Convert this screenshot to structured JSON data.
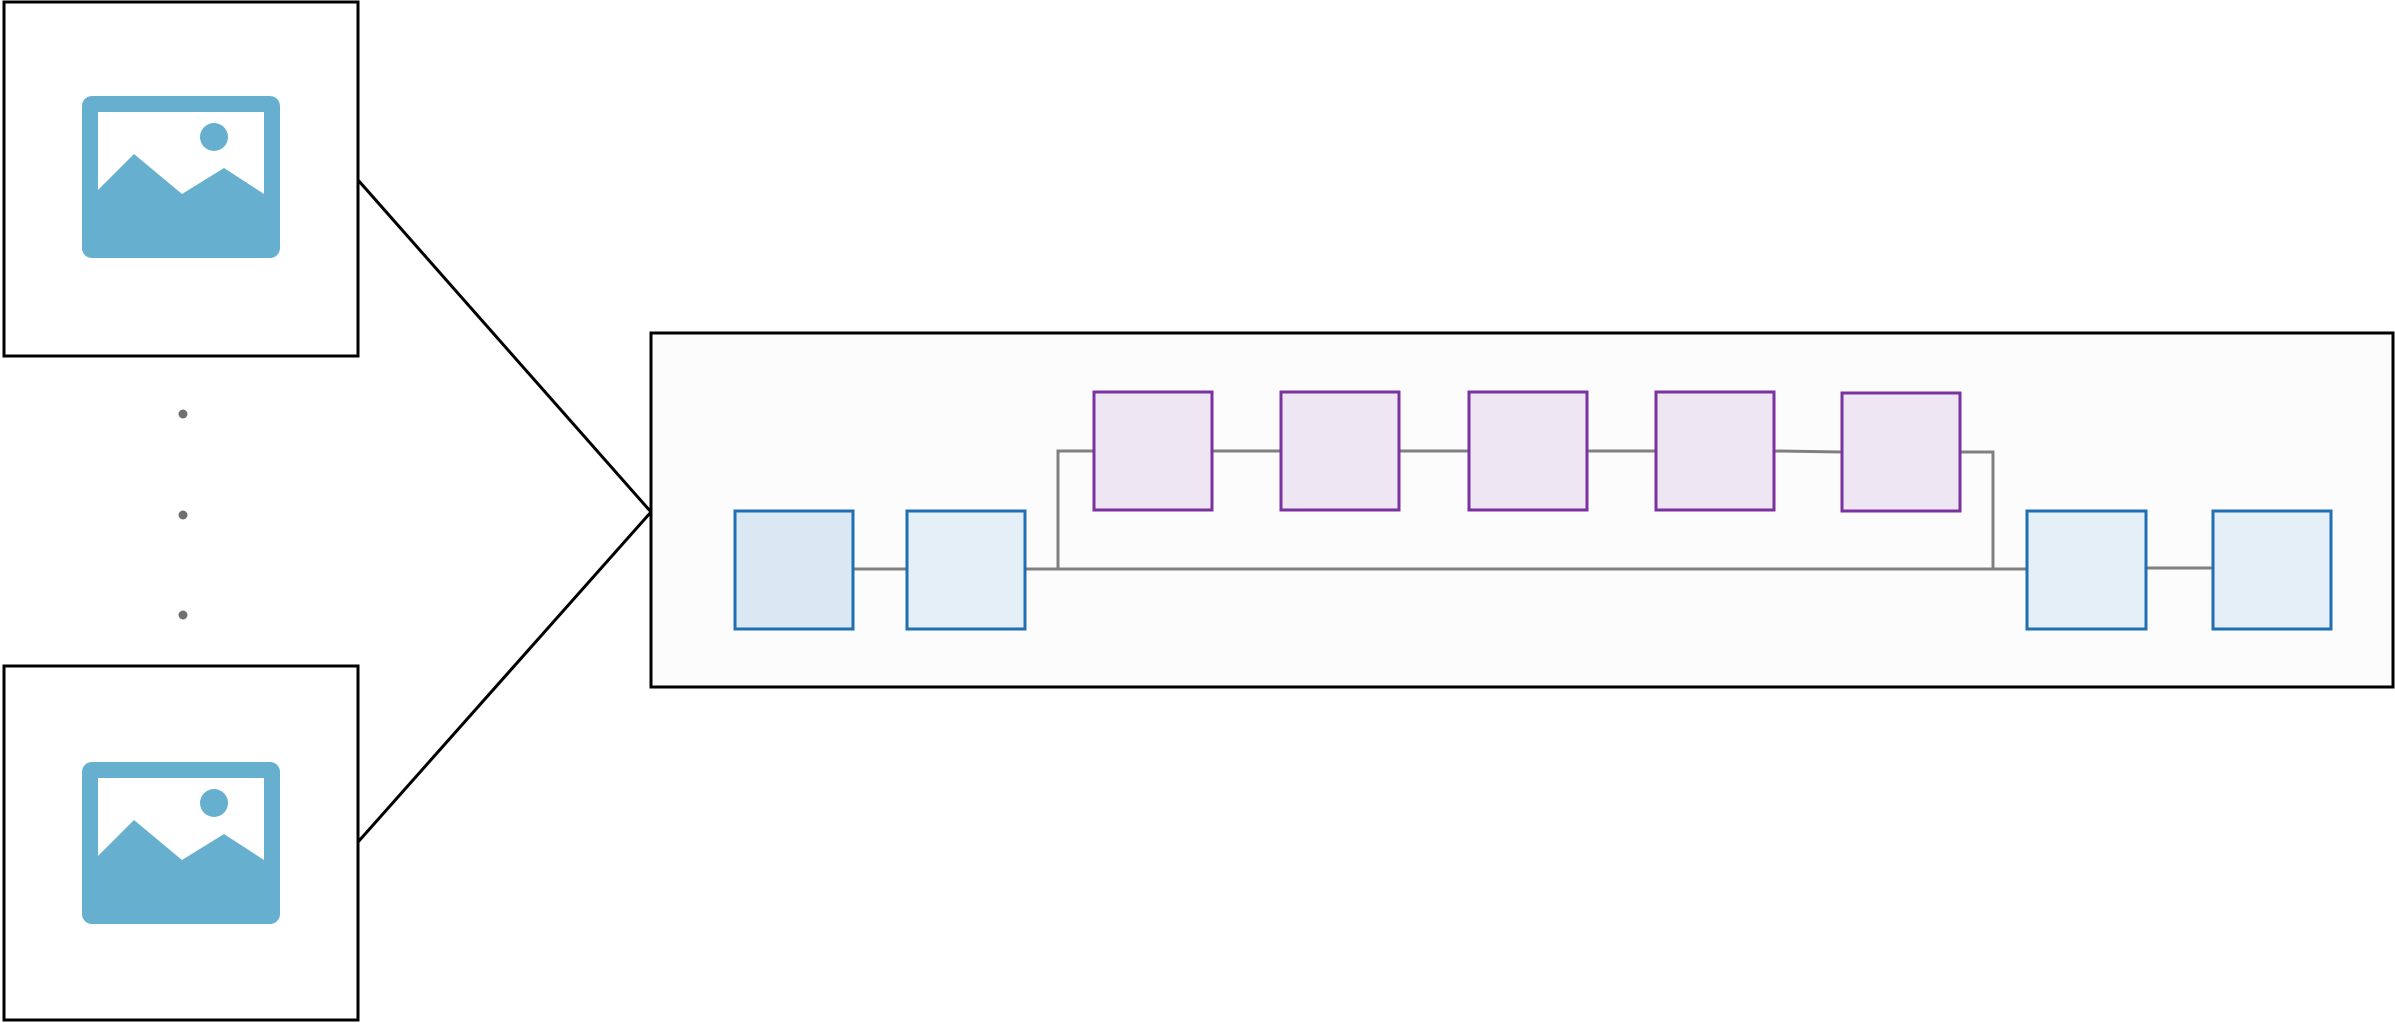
{
  "diagram": {
    "inputs": [
      {
        "icon": "image-icon"
      },
      {
        "icon": "image-icon"
      }
    ],
    "ellipsis_dots": 3,
    "pipeline": {
      "main_path_blocks": [
        {
          "id": "b1",
          "fill": "#D9E8F3",
          "stroke": "#1F6FB2"
        },
        {
          "id": "b2",
          "fill": "#E4EFF8",
          "stroke": "#1F6FB2"
        },
        {
          "id": "b3",
          "fill": "#E4EFF8",
          "stroke": "#1F6FB2"
        },
        {
          "id": "b4",
          "fill": "#E4EFF8",
          "stroke": "#1F6FB2"
        }
      ],
      "branch_blocks": [
        {
          "id": "p1",
          "fill": "#EEE6F2",
          "stroke": "#7A32A0"
        },
        {
          "id": "p2",
          "fill": "#EEE6F2",
          "stroke": "#7A32A0"
        },
        {
          "id": "p3",
          "fill": "#EEE6F2",
          "stroke": "#7A32A0"
        },
        {
          "id": "p4",
          "fill": "#EEE6F2",
          "stroke": "#7A32A0"
        },
        {
          "id": "p5",
          "fill": "#EEE6F2",
          "stroke": "#7A32A0"
        }
      ]
    },
    "colors": {
      "outline": "#000000",
      "icon": "#67AFCF",
      "connector": "#808080",
      "dot": "#707070",
      "panel_fill": "#FCFCFD"
    }
  }
}
